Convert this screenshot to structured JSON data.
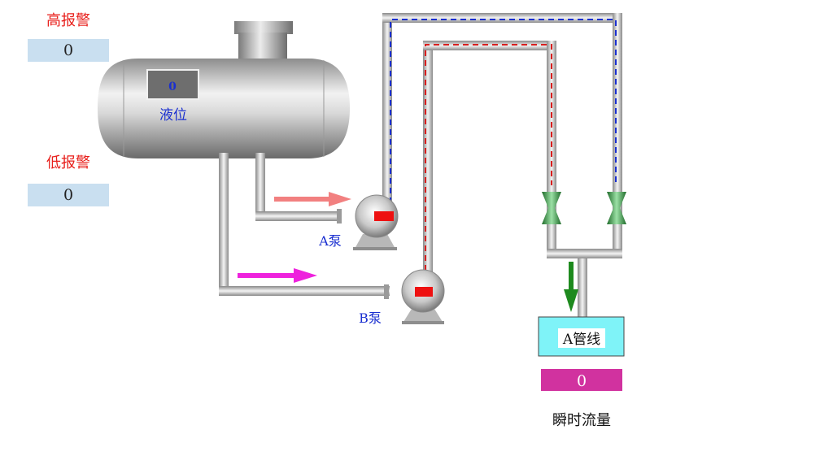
{
  "alarms": {
    "high_label": "高报警",
    "high_value": "0",
    "low_label": "低报警",
    "low_value": "0"
  },
  "tank": {
    "level_value": "0",
    "level_label": "液位"
  },
  "pumps": {
    "a_label": "A泵",
    "b_label": "B泵"
  },
  "pipeline": {
    "label": "A管线",
    "flow_value": "0",
    "flow_label": "瞬时流量"
  },
  "colors": {
    "alarm_text": "#e8201c",
    "alarm_box": "#c9dff0",
    "pump_label": "#1a2fd0",
    "arrow_a": "#f28080",
    "arrow_b": "#ee22dd",
    "flow_arrow": "#1e8a1e",
    "pipeline_box": "#7ff3f8",
    "flow_box": "#d1329f",
    "dash_blue": "#1a2fd0",
    "dash_red": "#d81e1e"
  }
}
